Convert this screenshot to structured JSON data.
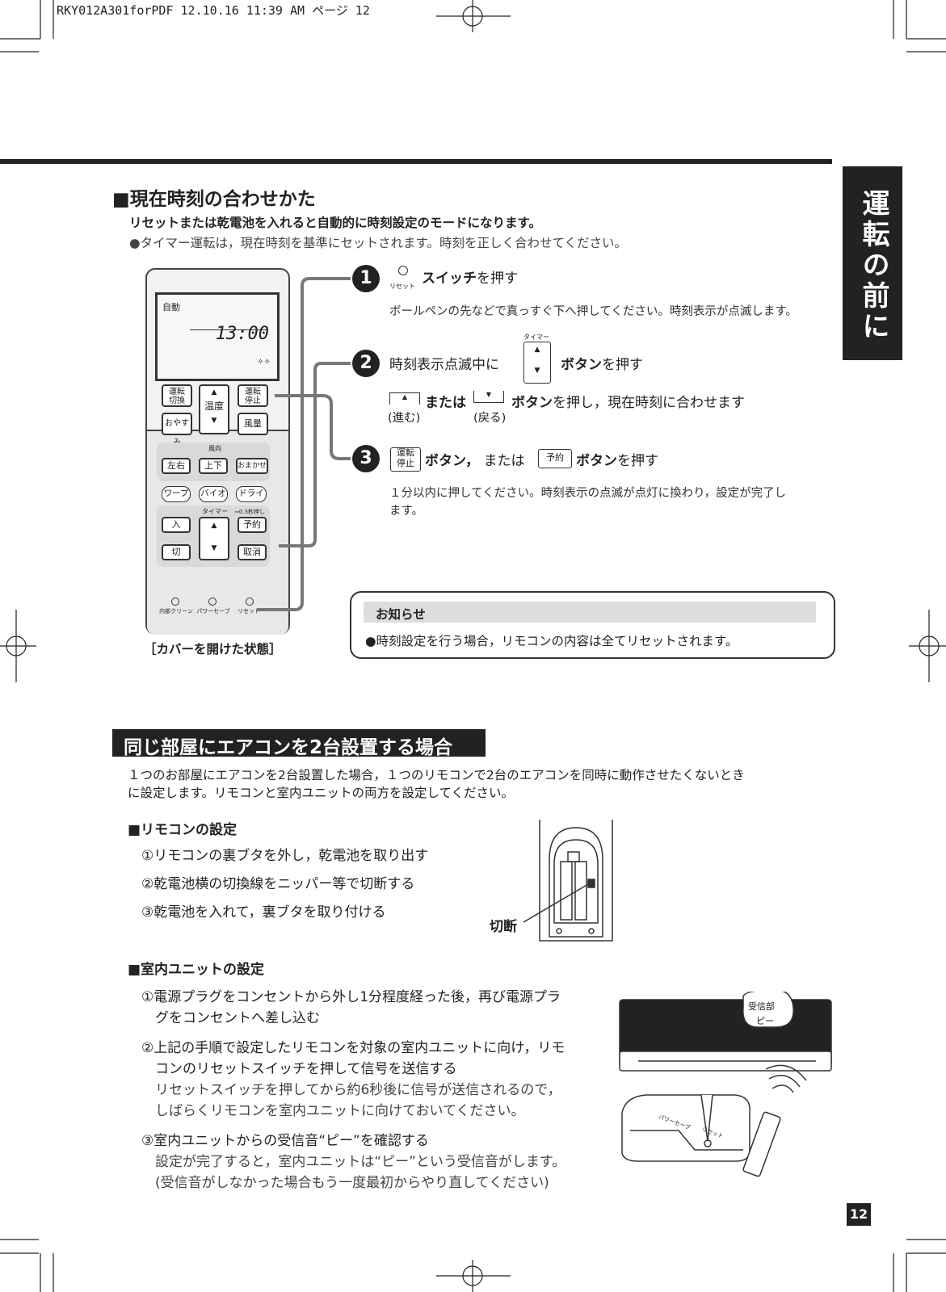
{
  "header_text": "RKY012A301forPDF  12.10.16 11:39 AM  ページ 12",
  "side_tab": "運転の前に",
  "section1": {
    "title": "■現在時刻の合わせかた",
    "intro_bold": "リセットまたは乾電池を入れると自動的に時刻設定のモードになります。",
    "intro_note": "●タイマー運転は，現在時刻を基準にセットされます。時刻を正しく合わせてください。",
    "steps": [
      {
        "num": "1",
        "reset_label": "リセット",
        "title_bold": "スイッチ",
        "title_rest": "を押す",
        "desc": "ボールペンの先などで真っすぐ下へ押してください。時刻表示が点滅します。"
      },
      {
        "num": "2",
        "title_pre": "時刻表示点滅中に",
        "timer_label": "タイマー",
        "title_bold": "ボタン",
        "title_rest": "を押す",
        "sub_or": "または",
        "sub_bold": "ボタン",
        "sub_rest": "を押し，現在時刻に合わせます",
        "fwd_label": "(進む)",
        "back_label": "(戻る)"
      },
      {
        "num": "3",
        "key1": "運転\n停止",
        "title_bold1": "ボタン，",
        "title_or": "または",
        "key2": "予約",
        "title_bold2": "ボタン",
        "title_rest": "を押す",
        "desc1": "１分以内に押してください。時刻表示の点滅が点灯に換わり，設定が完了し",
        "desc2": "ます。"
      }
    ],
    "remote": {
      "display_mode": "自動",
      "display_time": "13:00",
      "btn_mode": "運転\n切換",
      "btn_temp": "温度",
      "btn_run": "運転\n停止",
      "btn_sleep": "おやすみ",
      "btn_fan": "風量",
      "wind_label": "風向",
      "btn_lr": "左右",
      "btn_ud": "上下",
      "btn_auto": "おまかせ",
      "btn_warp": "ワープ",
      "btn_bio": "バイオ",
      "btn_dry": "ドライ",
      "timer_label": "タイマー",
      "lock_label": "⊸0.3秒押し",
      "btn_on": "入",
      "btn_reserve": "予約",
      "btn_off": "切",
      "btn_cancel": "取消",
      "bottom_labels": [
        "内部クリーン",
        "パワーセーブ",
        "リセット"
      ]
    },
    "caption": "［カバーを開けた状態］",
    "notice_title": "お知らせ",
    "notice_text": "●時刻設定を行う場合，リモコンの内容は全てリセットされます。"
  },
  "section2": {
    "title": "同じ部屋にエアコンを2台設置する場合",
    "intro1": "１つのお部屋にエアコンを2台設置した場合，１つのリモコンで2台のエアコンを同時に動作させたくないとき",
    "intro2": "に設定します。リモコンと室内ユニットの両方を設定してください。",
    "remote_title": "■リモコンの設定",
    "remote_steps": [
      "①リモコンの裏ブタを外し，乾電池を取り出す",
      "②乾電池横の切換線をニッパー等で切断する",
      "③乾電池を入れて，裏ブタを取り付ける"
    ],
    "cut_label": "切断",
    "unit_title": "■室内ユニットの設定",
    "unit_steps": [
      "①電源プラグをコンセントから外し1分程度経った後，再び電源プラ",
      "　グをコンセントへ差し込む",
      "②上記の手順で設定したリモコンを対象の室内ユニットに向け，リモ",
      "　コンのリセットスイッチを押して信号を送信する",
      "　リセットスイッチを押してから約6秒後に信号が送信されるので，",
      "　しばらくリモコンを室内ユニットに向けておいてください。",
      "③室内ユニットからの受信音“ピー”を確認する",
      "　設定が完了すると，室内ユニットは“ピー”という受信音がします。",
      "　(受信音がしなかった場合もう一度最初からやり直してください)"
    ],
    "bubble1": "受信部",
    "bubble2": "ピー",
    "ac_label1": "パワーセーブ",
    "ac_label2": "リセット"
  },
  "page_number": "12"
}
